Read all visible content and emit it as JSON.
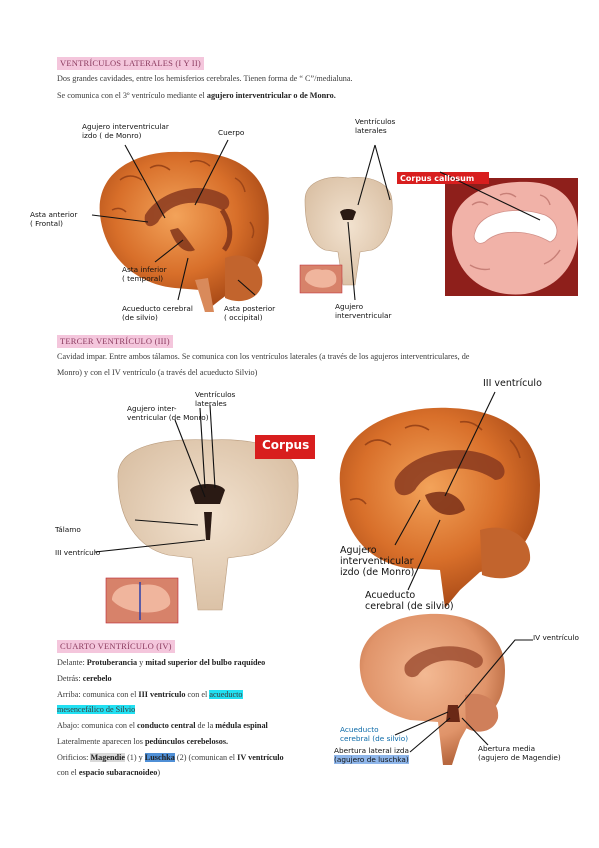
{
  "sections": {
    "lateral": {
      "title": "VENTRÍCULOS LATERALES (I Y II)",
      "line1": "Dos grandes cavidades, entre los hemisferios cerebrales. Tienen forma de “ C”/medialuna.",
      "line2_pre": "Se comunica con el 3º ventrículo mediante el ",
      "line2_bold": "agujero interventricular o de Monro."
    },
    "third": {
      "title": "TERCER VENTRÍCULO (III)",
      "line1": "Cavidad impar. Entre ambos tálamos. Se comunica con los ventrículos laterales (a través de los agujeros interventriculares, de",
      "line2": "Monro) y con el IV ventrículo (a través del acueducto Silvio)"
    },
    "fourth": {
      "title": "CUARTO VENTRÍCULO (IV)",
      "delante_label": "Delante: ",
      "delante_bold": "Protuberancia",
      "delante_mid": " y ",
      "delante_bold2": "mitad superior del bulbo raquídeo",
      "detras_label": "Detrás: ",
      "detras_bold": "cerebelo",
      "arriba_label": "Arriba: comunica con el ",
      "arriba_bold": "III ventrículo",
      "arriba_mid": " con el ",
      "arriba_hl1": "acueducto",
      "arriba_hl2": "mesencefálico de Silvio",
      "abajo_label": "Abajo: comunica con el ",
      "abajo_bold": "conducto central",
      "abajo_mid": " de la ",
      "abajo_bold2": "médula espinal",
      "lat_label": "Lateralmente aparecen los ",
      "lat_bold": "pedúnculos cerebelosos.",
      "orif_label": "Orificios: ",
      "orif_magendie": "Magendie",
      "orif_1": " (1) y ",
      "orif_luschka": "Luschka",
      "orif_2": " (2) (comunican el ",
      "orif_bold": "IV ventrículo",
      "orif_3": "",
      "line_last_pre": "con el ",
      "line_last_bold": "espacio subaracnoideo",
      "line_last_post": ")"
    }
  },
  "annotations": {
    "a1": "Agujero interventricular",
    "a1b": "izdo ( de Monro)",
    "a2": "Cuerpo",
    "a3": "Asta anterior",
    "a3b": "( Frontal)",
    "a4": "Asta inferior",
    "a4b": "( temporal)",
    "a5": "Acueducto cerebral",
    "a5b": "(de silvio)",
    "a6": "Asta posterior",
    "a6b": "( occipital)",
    "a7": "Ventrículos",
    "a7b": "laterales",
    "a8": "Corpus callosum",
    "a9": "Agujero",
    "a9b": "interventricular",
    "b1": "Agujero inter-",
    "b1b": "ventricular (de Monro)",
    "b2": "Ventrículos",
    "b2b": "laterales",
    "b3": "Corpus",
    "b4": "Tálamo",
    "b5": "III ventrículo",
    "b6": "III ventrículo",
    "b7": "Agujero",
    "b7b": "interventricular",
    "b7c": "izdo (de Monro)",
    "b8": "Acueducto",
    "b8b": "cerebral (de silvio)",
    "c1": "IV ventrículo",
    "c2": "Acueducto",
    "c2b": "cerebral (de silvio)",
    "c3": "Abertura lateral izda",
    "c3b": "(agujero de luschka)",
    "c4": "Abertura media",
    "c4b": "(agujero de Magendie)"
  },
  "colors": {
    "heading_bg": "#f4c6dc",
    "highlight_cyan": "#22e0f2",
    "highlight_blue": "#4f8fd6",
    "corpus_red": "#d81e1e"
  }
}
